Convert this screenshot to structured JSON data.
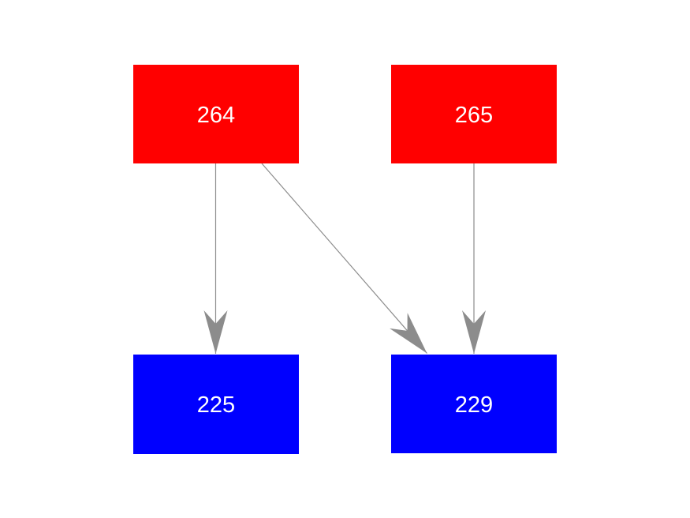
{
  "diagram": {
    "background_color": "#ffffff",
    "edge_color": "#8c8c8c",
    "node_text_color": "#ffffff",
    "node_colors": {
      "source": "#ff0000",
      "target": "#0000ff"
    },
    "nodes": [
      {
        "id": "264",
        "label": "264",
        "color": "#ff0000",
        "role": "source"
      },
      {
        "id": "265",
        "label": "265",
        "color": "#ff0000",
        "role": "source"
      },
      {
        "id": "225",
        "label": "225",
        "color": "#0000ff",
        "role": "target"
      },
      {
        "id": "229",
        "label": "229",
        "color": "#0000ff",
        "role": "target"
      }
    ],
    "edges": [
      {
        "from": "264",
        "to": "225"
      },
      {
        "from": "264",
        "to": "229"
      },
      {
        "from": "265",
        "to": "229"
      }
    ]
  }
}
